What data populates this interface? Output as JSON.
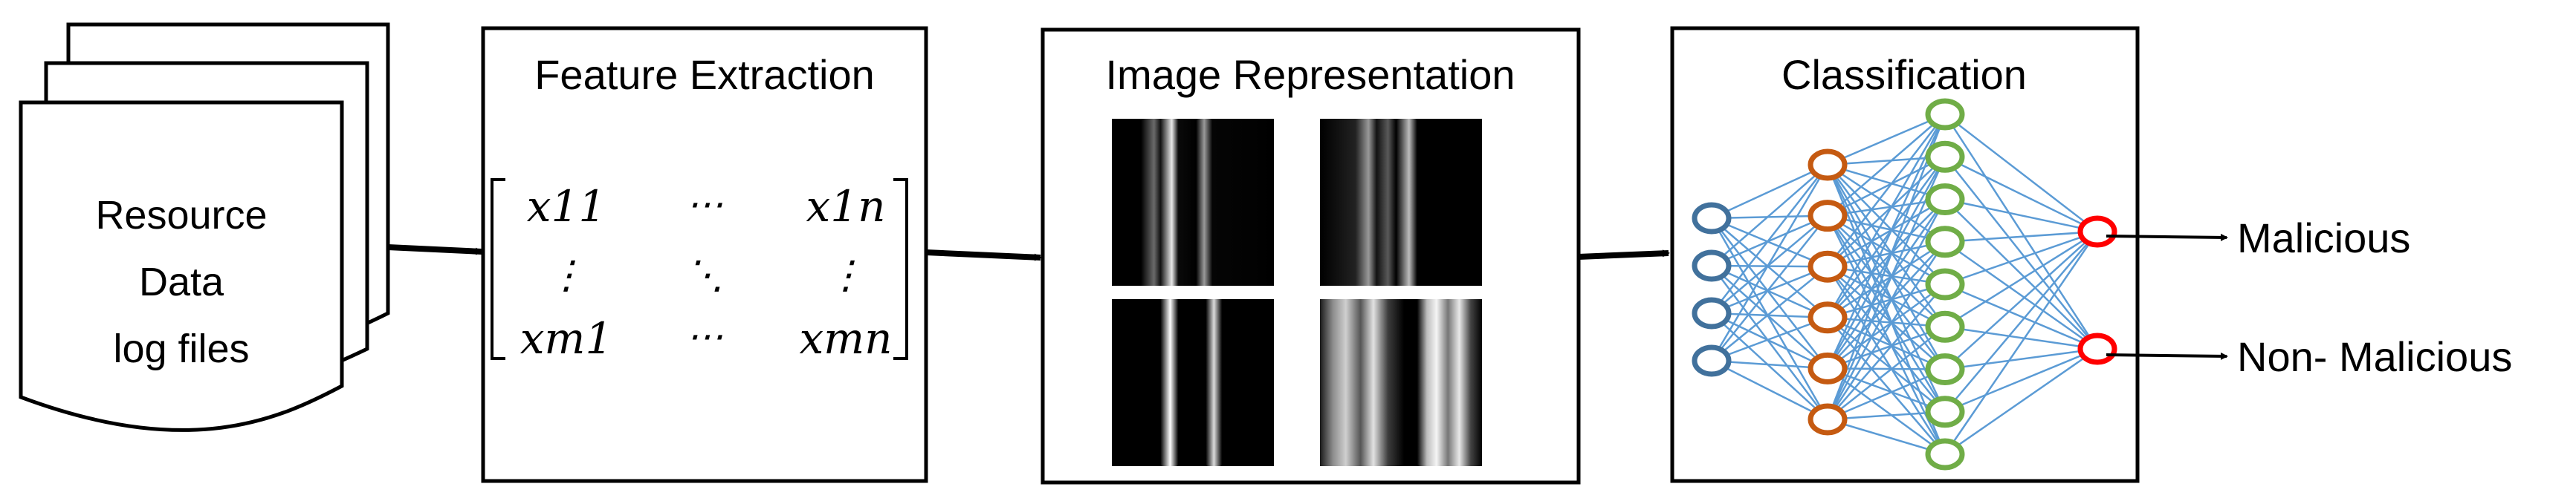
{
  "documents": {
    "line1": "Resource",
    "line2": "Data",
    "line3": "log files"
  },
  "feature_extraction": {
    "title": "Feature Extraction",
    "matrix": {
      "top_left": "x11",
      "top_right": "x1n",
      "bottom_left": "xm1",
      "bottom_right": "xmn",
      "h_dots": "⋯",
      "v_dots": "⋮",
      "d_dots": "⋱"
    }
  },
  "image_representation": {
    "title": "Image Representation"
  },
  "classification": {
    "title": "Classification",
    "network": {
      "layer_sizes": [
        4,
        6,
        9,
        2
      ],
      "layer_colors": [
        "#41719c",
        "#c55a11",
        "#70ad47",
        "#ff0000"
      ],
      "edge_color": "#5b9bd5"
    }
  },
  "outputs": {
    "malicious": "Malicious",
    "non_malicious": "Non- Malicious"
  }
}
